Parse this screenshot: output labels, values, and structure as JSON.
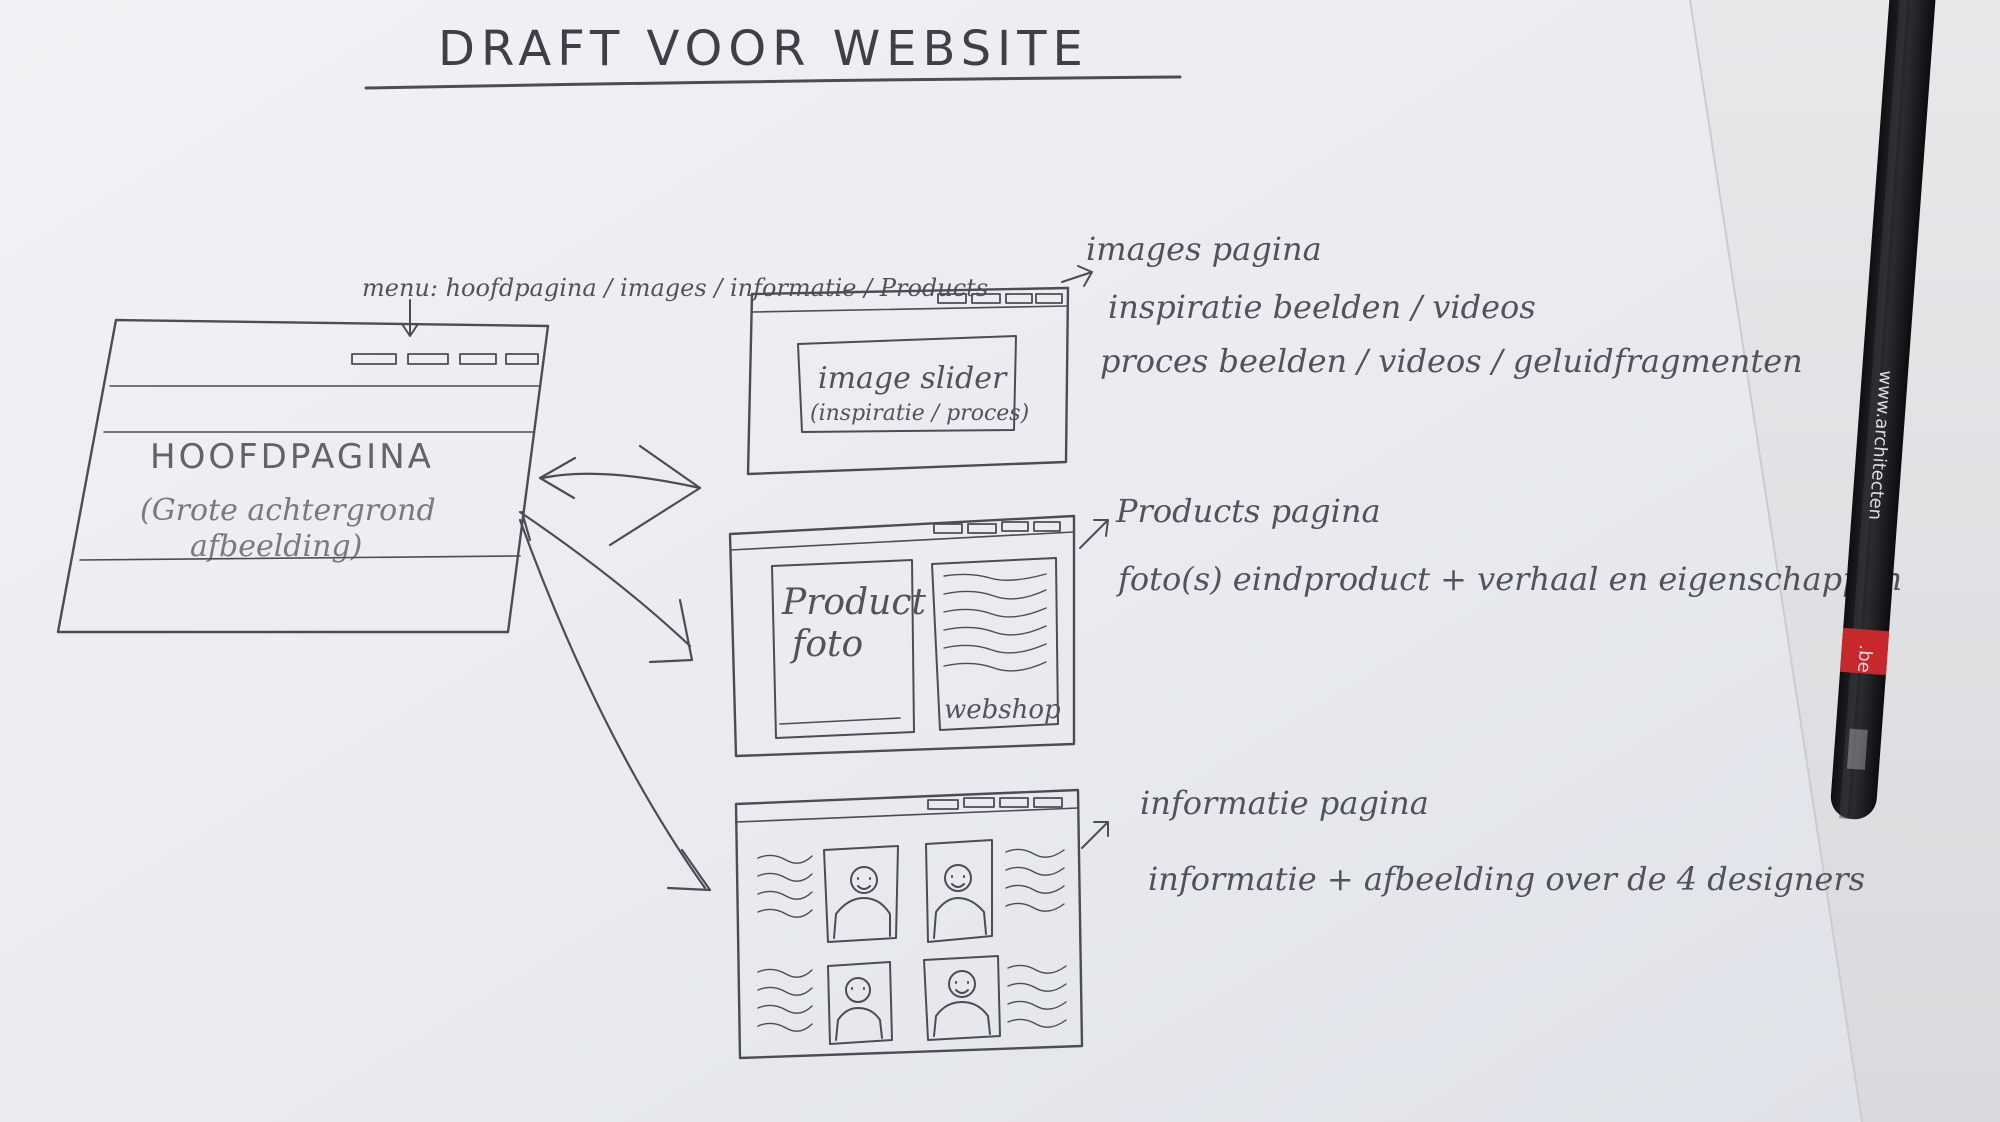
{
  "title": "DRAFT VOOR WEBSITE",
  "menu_note": "menu: hoofdpagina / images / informatie / Products",
  "home": {
    "title": "HOOFDPAGINA",
    "subtitle_line1": "(Grote achtergrond",
    "subtitle_line2": "afbeelding)"
  },
  "images_page": {
    "heading": "images pagina",
    "line1": "inspiratie  beelden / videos",
    "line2": "proces  beelden / videos / geluidfragmenten",
    "slider_line1": "image slider",
    "slider_line2": "(inspiratie / proces)"
  },
  "products_page": {
    "heading": "Products pagina",
    "description": "foto(s) eindproduct + verhaal en eigenschappen",
    "photo_line1": "Product",
    "photo_line2": "foto",
    "webshop_label": "webshop"
  },
  "info_page": {
    "heading": "informatie pagina",
    "description": "informatie + afbeelding over de 4 designers"
  },
  "pen": {
    "url": "www.architecten"
  },
  "colors": {
    "paper": "#eceef2",
    "pencil": "#4a4d55",
    "background": "#1b1c1f",
    "pen_accent": "#c8282c"
  }
}
